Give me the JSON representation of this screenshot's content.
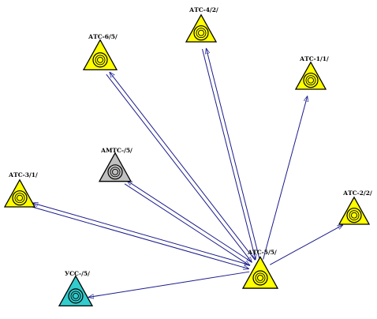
{
  "colors": {
    "link": "#1a1a8c",
    "node_yellow": "#ffff00",
    "node_gray": "#c0c0c0",
    "node_cyan": "#33cccc",
    "outline": "#000000"
  },
  "nodes": [
    {
      "id": "atc6",
      "label": "АТС-6/5/",
      "fill": "yellow"
    },
    {
      "id": "atc4",
      "label": "АТС-4/2/",
      "fill": "yellow"
    },
    {
      "id": "atc1",
      "label": "АТС-1/1/",
      "fill": "yellow"
    },
    {
      "id": "amtc",
      "label": "АМТС-/5/",
      "fill": "gray"
    },
    {
      "id": "atc3",
      "label": "АТС-3/1/",
      "fill": "yellow"
    },
    {
      "id": "atc2",
      "label": "АТС-2/2/",
      "fill": "yellow"
    },
    {
      "id": "atc5",
      "label": "АТС-5/5/",
      "fill": "yellow"
    },
    {
      "id": "ycc",
      "label": "УСС-/5/",
      "fill": "cyan"
    }
  ],
  "links": [
    {
      "from": "atc5",
      "to": "atc6",
      "double": true
    },
    {
      "from": "atc5",
      "to": "atc4",
      "double": true
    },
    {
      "from": "atc5",
      "to": "atc1",
      "double": false
    },
    {
      "from": "atc5",
      "to": "amtc",
      "double": true
    },
    {
      "from": "atc5",
      "to": "atc3",
      "double": true
    },
    {
      "from": "atc5",
      "to": "atc2",
      "double": false
    },
    {
      "from": "atc5",
      "to": "ycc",
      "double": false
    }
  ]
}
